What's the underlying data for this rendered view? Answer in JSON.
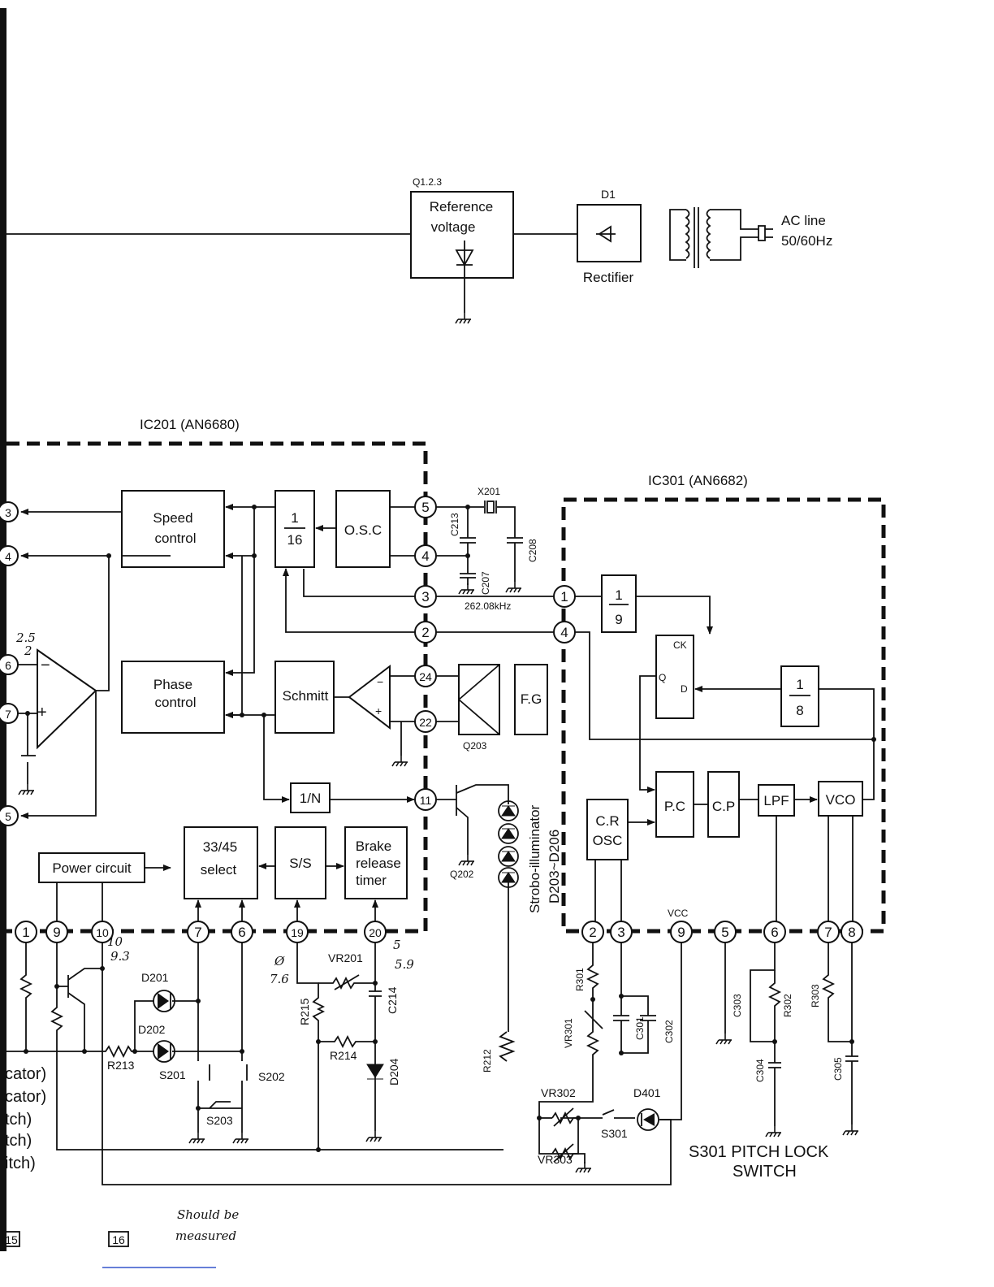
{
  "top": {
    "ref_designator": "Q1.2.3",
    "ref_block": [
      "Reference",
      "voltage"
    ],
    "rect_designator": "D1",
    "rect_label": "Rectifier",
    "ac_label": [
      "AC line",
      "50/60Hz"
    ]
  },
  "ic201": {
    "title": "IC201 (AN6680)",
    "speed": [
      "Speed",
      "control"
    ],
    "phase": [
      "Phase",
      "control"
    ],
    "div16": [
      "1",
      "16"
    ],
    "osc": "O.S.C",
    "schmitt": "Schmitt",
    "fg": "F.G",
    "q203": "Q203",
    "divn": "1/N",
    "power": "Power circuit",
    "select": [
      "33/45",
      "select"
    ],
    "ss": "S/S",
    "brake": [
      "Brake",
      "release",
      "timer"
    ],
    "pins_right": [
      "5",
      "4",
      "3",
      "2",
      "24",
      "22",
      "11"
    ],
    "pins_bottom": [
      "1",
      "9",
      "10",
      "7",
      "6",
      "19",
      "20"
    ],
    "pins_left": [
      "3",
      "4",
      "6",
      "7",
      "5"
    ]
  },
  "ic301": {
    "title": "IC301 (AN6682)",
    "div9": [
      "1",
      "9"
    ],
    "div8": [
      "1",
      "8"
    ],
    "ff": [
      "CK",
      "Q",
      "D"
    ],
    "cr": [
      "C.R",
      "OSC"
    ],
    "pc": "P.C",
    "cp": "C.P",
    "lpf": "LPF",
    "vco": "VCO",
    "pins_left": [
      "1",
      "4"
    ],
    "pins_bottom": [
      "2",
      "3",
      "9",
      "5",
      "6",
      "7",
      "8"
    ],
    "vcc": "VCC"
  },
  "components": {
    "x201": "X201",
    "c213": "C213",
    "c207": "C207",
    "c208": "C208",
    "freq": "262.08kHz",
    "q202": "Q202",
    "strobo": [
      "Strobo-illuminator",
      "D203~D206"
    ],
    "d201": "D201",
    "d202": "D202",
    "r213": "R213",
    "s201": "S201",
    "s202": "S202",
    "s203": "S203",
    "vr201": "VR201",
    "r215": "R215",
    "r214": "R214",
    "c214": "C214",
    "d204": "D204",
    "r212": "R212",
    "r301": "R301",
    "vr301": "VR301",
    "c301": "C301",
    "c302": "C302",
    "c303": "C303",
    "r302": "R302",
    "c304": "C304",
    "r303": "R303",
    "c305": "C305",
    "vr302": "VR302",
    "vr303": "VR303",
    "s301": "S301",
    "d401": "D401",
    "pitch": [
      "S301 PITCH LOCK",
      "SWITCH"
    ]
  },
  "left_labels": [
    "cator)",
    "cator)",
    "tch)",
    "tch)",
    "itch)"
  ],
  "annotations": {
    "a1": "2.5",
    "a1b": "2",
    "a2": "10",
    "a2b": "9.3",
    "a3": "Ø",
    "a3b": "7.6",
    "a4": "5",
    "a4b": "5.9",
    "note1": "Should be",
    "note2": "measured"
  },
  "footer": {
    "page15": "15",
    "page16": "16"
  }
}
